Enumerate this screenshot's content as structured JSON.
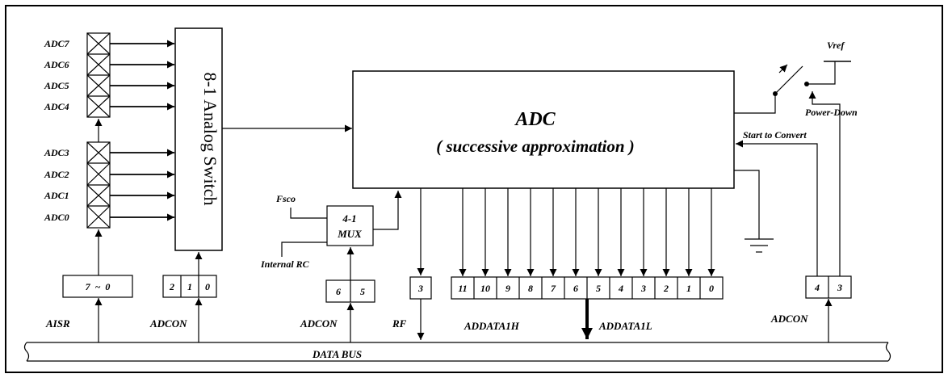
{
  "inputs": {
    "upper": [
      "ADC7",
      "ADC6",
      "ADC5",
      "ADC4"
    ],
    "lower": [
      "ADC3",
      "ADC2",
      "ADC1",
      "ADC0"
    ]
  },
  "switch_label": "8-1 Analog Switch",
  "adc": {
    "title": "ADC",
    "subtitle": "( successive approximation )"
  },
  "aisr": {
    "bits": "7  ~  0",
    "label": "AISR"
  },
  "adcon_left": {
    "bits": [
      "2",
      "1",
      "0"
    ],
    "label": "ADCON"
  },
  "mux": {
    "line1": "4-1",
    "line2": "MUX",
    "in_top": "Fsco",
    "in_bottom": "Internal RC",
    "bits": [
      "6",
      "5"
    ],
    "label": "ADCON"
  },
  "rf": {
    "bit": "3",
    "label": "RF"
  },
  "data_bits": [
    "11",
    "10",
    "9",
    "8",
    "7",
    "6",
    "5",
    "4",
    "3",
    "2",
    "1",
    "0"
  ],
  "data_high_label": "ADDATA1H",
  "data_low_label": "ADDATA1L",
  "adcon_right": {
    "bits": [
      "4",
      "3"
    ],
    "label": "ADCON"
  },
  "vref": "Vref",
  "power_down": "Power-Down",
  "start_convert": "Start to Convert",
  "data_bus": "DATA BUS"
}
